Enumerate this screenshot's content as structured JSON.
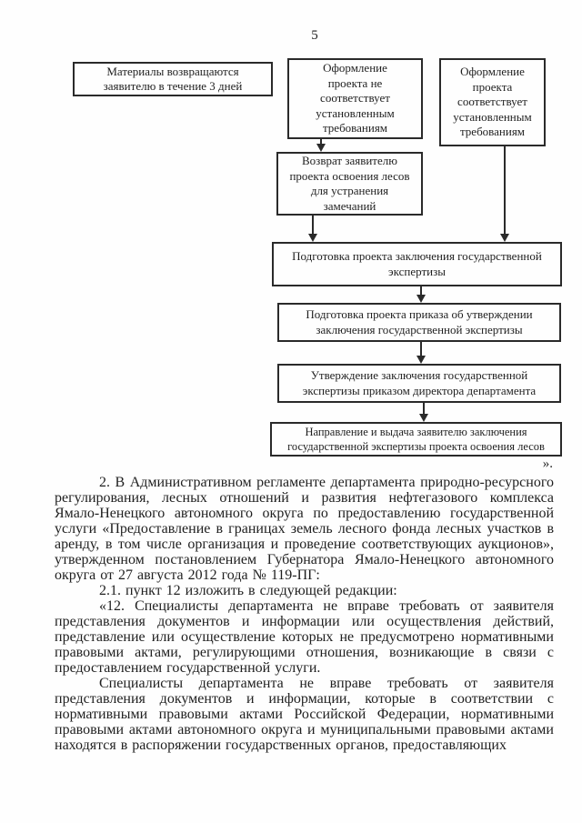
{
  "page": {
    "number": "5",
    "section_close_mark": "»."
  },
  "flowchart": {
    "boxes": [
      {
        "name": "materials-returned",
        "text": "Материалы возвращаются заявителю в течение 3 дней"
      },
      {
        "name": "project-not-conforming",
        "text": "Оформление проекта не соответствует установленным требованиям"
      },
      {
        "name": "project-conforming",
        "text": "Оформление проекта соответствует установленным требованиям"
      },
      {
        "name": "return-project-to-applicant",
        "text": "Возврат заявителю проекта освоения лесов для устранения замечаний"
      },
      {
        "name": "prepare-expertise-conclusion",
        "text": "Подготовка проекта заключения государственной экспертизы"
      },
      {
        "name": "prepare-approval-order",
        "text": "Подготовка проекта приказа об утверждении заключения государственной экспертизы"
      },
      {
        "name": "approve-conclusion-by-order",
        "text": "Утверждение заключения государственной экспертизы приказом директора департамента"
      },
      {
        "name": "send-and-issue-conclusion",
        "text": "Направление и выдача заявителю заключения государственной экспертизы проекта освоения лесов"
      }
    ]
  },
  "body": {
    "paragraphs": [
      "2. В Административном регламенте департамента природно-ресурсного регулирования, лесных отношений и развития нефтегазового комплекса Ямало-Ненецкого автономного округа по предоставлению государственной услуги «Предоставление в границах земель лесного фонда лесных участков в аренду, в том числе организация и проведение соответствующих аукционов», утвержденном постановлением Губернатора Ямало-Ненецкого автономного округа от 27 августа 2012 года № 119-ПГ:",
      "2.1. пункт 12 изложить в следующей редакции:",
      "«12. Специалисты департамента не вправе требовать от заявителя представления документов и информации или осуществления действий, представление или осуществление которых не предусмотрено нормативными правовыми актами, регулирующими отношения, возникающие в связи с предоставлением государственной услуги.",
      "Специалисты департамента не вправе требовать от заявителя представления документов и информации, которые в соответствии с нормативными правовыми актами Российской Федерации, нормативными правовыми актами автономного округа и муниципальными правовыми актами находятся в распоряжении государственных органов, предоставляющих"
    ]
  },
  "colors": {
    "ink": "#1f1f1f",
    "border": "#2a2a2a",
    "paper": "#fefefe"
  }
}
